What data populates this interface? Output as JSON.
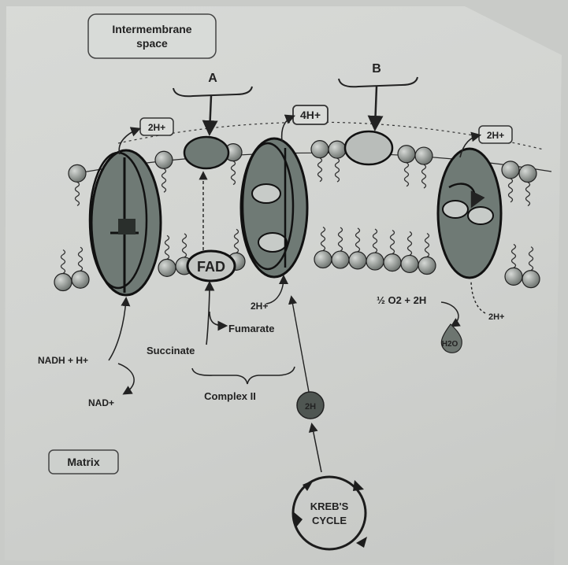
{
  "labels": {
    "intermembrane_line1": "Intermembrane",
    "intermembrane_line2": "space",
    "label_a": "A",
    "label_b": "B",
    "proton_2h_left": "2H+",
    "proton_4h": "4H+",
    "proton_2h_right": "2H+",
    "fad": "FAD",
    "fumarate": "Fumarate",
    "succinate": "Succinate",
    "complex_ii": "Complex II",
    "nadh": "NADH + H+",
    "nad": "NAD+",
    "matrix_2h": "2H+",
    "oxygen_eq": "½ O2 + 2H",
    "right_2h": "2H+",
    "water": "H2O",
    "circle_2h": "2H",
    "matrix": "Matrix",
    "krebs_line1": "KREB'S",
    "krebs_line2": "CYCLE"
  },
  "colors": {
    "membrane_head": "#8f9591",
    "complex_fill": "#6f7a75",
    "quinone_fill": "#b9bdba",
    "ink": "#1e1e1e"
  }
}
